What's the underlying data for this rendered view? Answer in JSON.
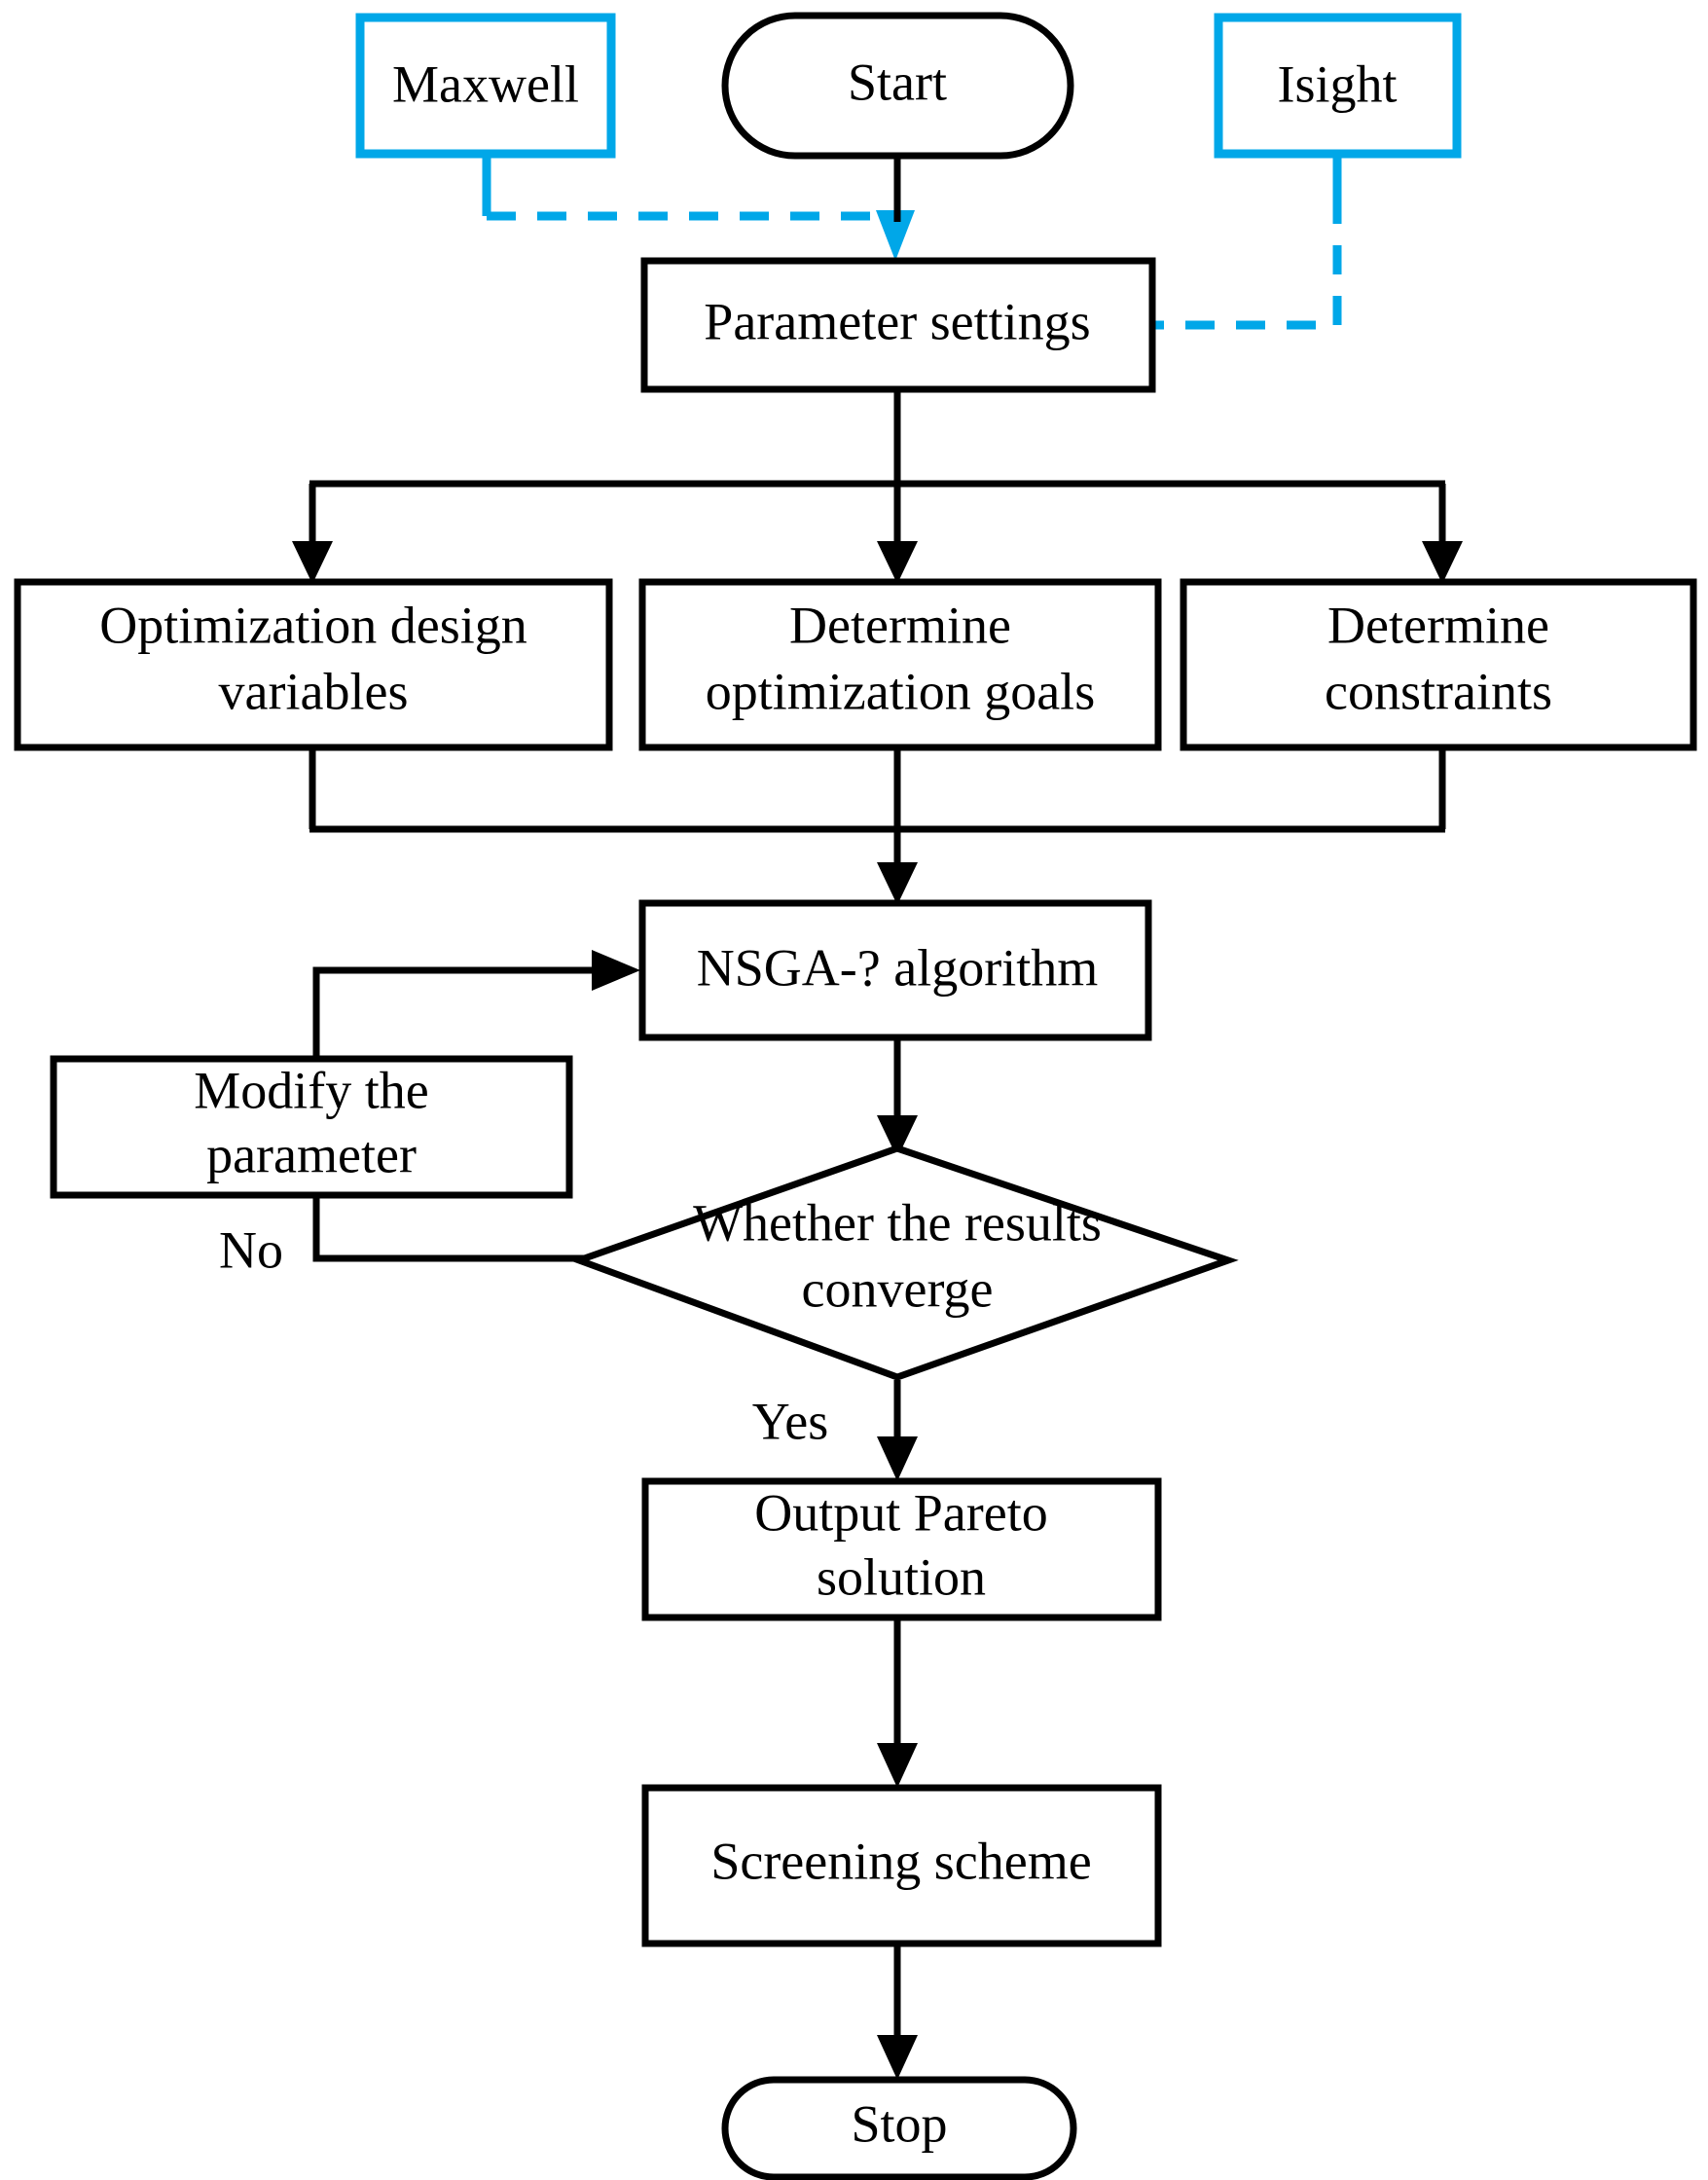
{
  "diagram": {
    "title": "Multi-objective optimization flowchart",
    "colors": {
      "accent": "#00A7E8",
      "line": "#000000",
      "background": "#FFFFFF"
    },
    "nodes": {
      "maxwell": {
        "label": "Maxwell",
        "shape": "rectangle-accent"
      },
      "start": {
        "label": "Start",
        "shape": "stadium"
      },
      "isight": {
        "label": "Isight",
        "shape": "rectangle-accent"
      },
      "parameter": {
        "label": "Parameter settings",
        "shape": "rectangle"
      },
      "variables_l1": {
        "label": "Optimization design",
        "shape": "rectangle"
      },
      "variables_l2": {
        "label": "variables",
        "shape": "rectangle"
      },
      "goals_l1": {
        "label": "Determine",
        "shape": "rectangle"
      },
      "goals_l2": {
        "label": "optimization goals",
        "shape": "rectangle"
      },
      "constraints_l1": {
        "label": "Determine",
        "shape": "rectangle"
      },
      "constraints_l2": {
        "label": "constraints",
        "shape": "rectangle"
      },
      "nsga": {
        "label": "NSGA-?  algorithm",
        "shape": "rectangle"
      },
      "modify_l1": {
        "label": "Modify the",
        "shape": "rectangle"
      },
      "modify_l2": {
        "label": "parameter",
        "shape": "rectangle"
      },
      "decision_l1": {
        "label": "Whether the results",
        "shape": "diamond"
      },
      "decision_l2": {
        "label": "converge",
        "shape": "diamond"
      },
      "pareto_l1": {
        "label": "Output Pareto",
        "shape": "rectangle"
      },
      "pareto_l2": {
        "label": "solution",
        "shape": "rectangle"
      },
      "screening": {
        "label": "Screening scheme",
        "shape": "rectangle"
      },
      "stop": {
        "label": "Stop",
        "shape": "stadium"
      }
    },
    "edge_labels": {
      "no": "No",
      "yes": "Yes"
    }
  }
}
